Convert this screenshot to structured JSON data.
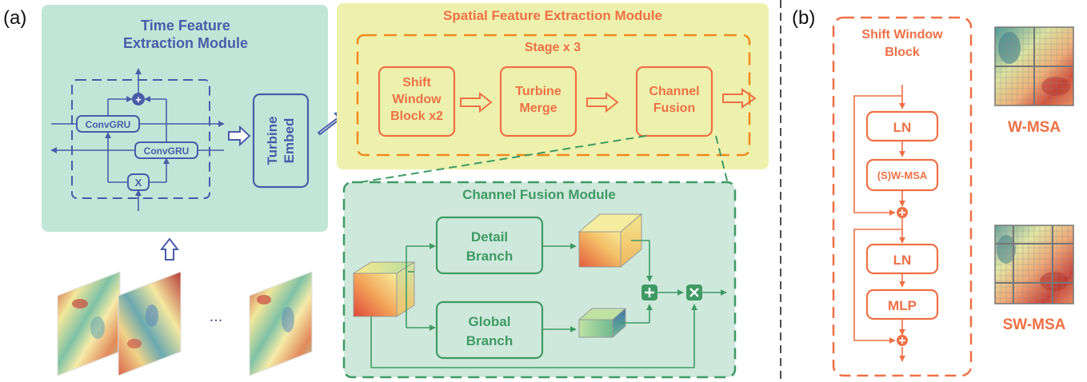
{
  "panels": {
    "a": "(a)",
    "b": "(b)"
  },
  "time_module": {
    "title_line1": "Time Feature",
    "title_line2": "Extraction Module",
    "convgru_top": "ConvGRU",
    "convgru_bottom": "ConvGRU",
    "multiply": "X",
    "plus": "+"
  },
  "turbine_embed": {
    "line1": "Turbine",
    "line2": "Embed"
  },
  "input_frames": {
    "ellipsis": "..."
  },
  "spatial_module": {
    "title": "Spatial Feature Extraction Module",
    "stage": "Stage x 3",
    "shift_block": [
      "Shift",
      "Window",
      "Block x2"
    ],
    "turbine_merge": [
      "Turbine",
      "Merge"
    ],
    "channel_fusion": [
      "Channel",
      "Fusion"
    ]
  },
  "channel_fusion_module": {
    "title": "Channel Fusion Module",
    "detail_branch": [
      "Detail",
      "Branch"
    ],
    "global_branch": [
      "Global",
      "Branch"
    ]
  },
  "shift_window_block": {
    "title_line1": "Shift Window",
    "title_line2": "Block",
    "ln_1": "LN",
    "swmsa": "(S)W-MSA",
    "ln_2": "LN",
    "mlp": "MLP"
  },
  "attention": {
    "w_msa": "W-MSA",
    "sw_msa": "SW-MSA"
  },
  "colors": {
    "time_bg": "#c1e6d8",
    "spatial_bg": "#eef1ad",
    "fusion_bg": "#cfe8dc",
    "blue": "#4a5ca8",
    "orange": "#ef7045",
    "green": "#3f9a64"
  }
}
